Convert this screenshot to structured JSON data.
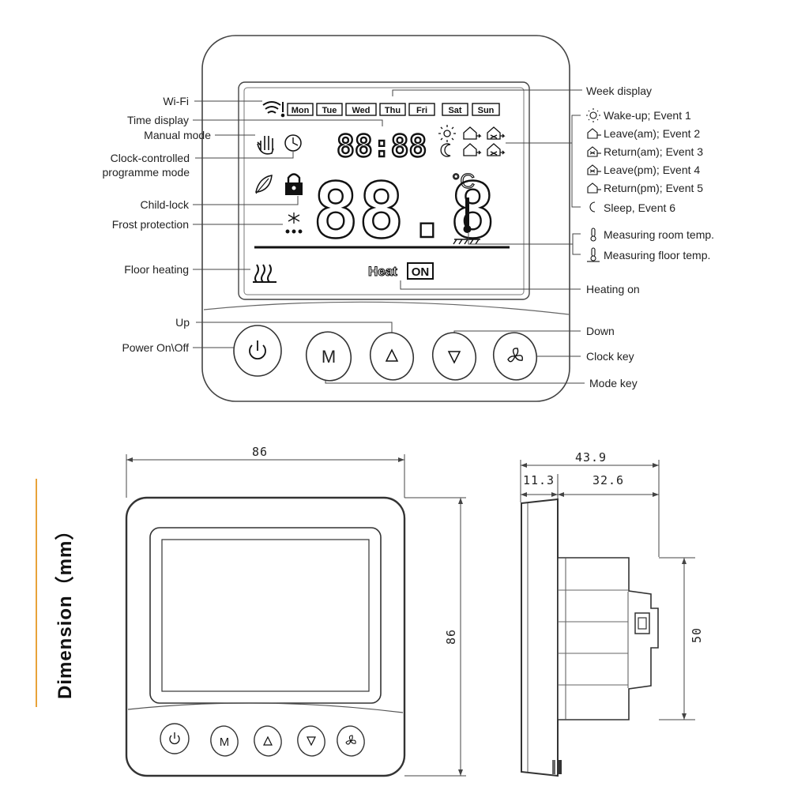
{
  "callouts_left": {
    "wifi": "Wi-Fi",
    "time_display": "Time display",
    "manual_mode": "Manual mode",
    "clock_mode_1": "Clock-controlled",
    "clock_mode_2": "programme mode",
    "child_lock": "Child-lock",
    "frost": "Frost protection",
    "floor_heating": "Floor heating",
    "up": "Up",
    "power": "Power On\\Off"
  },
  "callouts_right": {
    "week_display": "Week display",
    "events": [
      "Wake-up; Event 1",
      "Leave(am); Event 2",
      "Return(am); Event 3",
      "Leave(pm); Event 4",
      "Return(pm); Event 5",
      "Sleep, Event 6"
    ],
    "room_temp": "Measuring room temp.",
    "floor_temp": "Measuring floor temp.",
    "heating_on": "Heating on",
    "down": "Down",
    "clock_key": "Clock key",
    "mode_key": "Mode key"
  },
  "lcd": {
    "days": [
      "Mon",
      "Tue",
      "Wed",
      "Thu",
      "Fri",
      "Sat",
      "Sun"
    ],
    "time_digits": "88:88",
    "temp_digits": "88.8",
    "unit": "°C",
    "heat": "Heat",
    "on": "ON"
  },
  "keys": {
    "mode": "M"
  },
  "dimension": {
    "title": "Dimension（mm）",
    "width": "86",
    "height": "86",
    "depth_total": "43.9",
    "depth_front": "11.3",
    "depth_back": "32.6",
    "box_height": "50"
  },
  "colors": {
    "accent_line": "#e8a23a"
  },
  "icons": [
    "wifi-icon",
    "hand-icon",
    "clock-icon",
    "leaf-icon",
    "lock-icon",
    "snowflake-icon",
    "floor-heating-icon",
    "thermometer-icon",
    "sun-icon",
    "moon-icon",
    "house-icon",
    "power-icon",
    "up-arrow-icon",
    "down-arrow-icon",
    "fan-icon"
  ]
}
